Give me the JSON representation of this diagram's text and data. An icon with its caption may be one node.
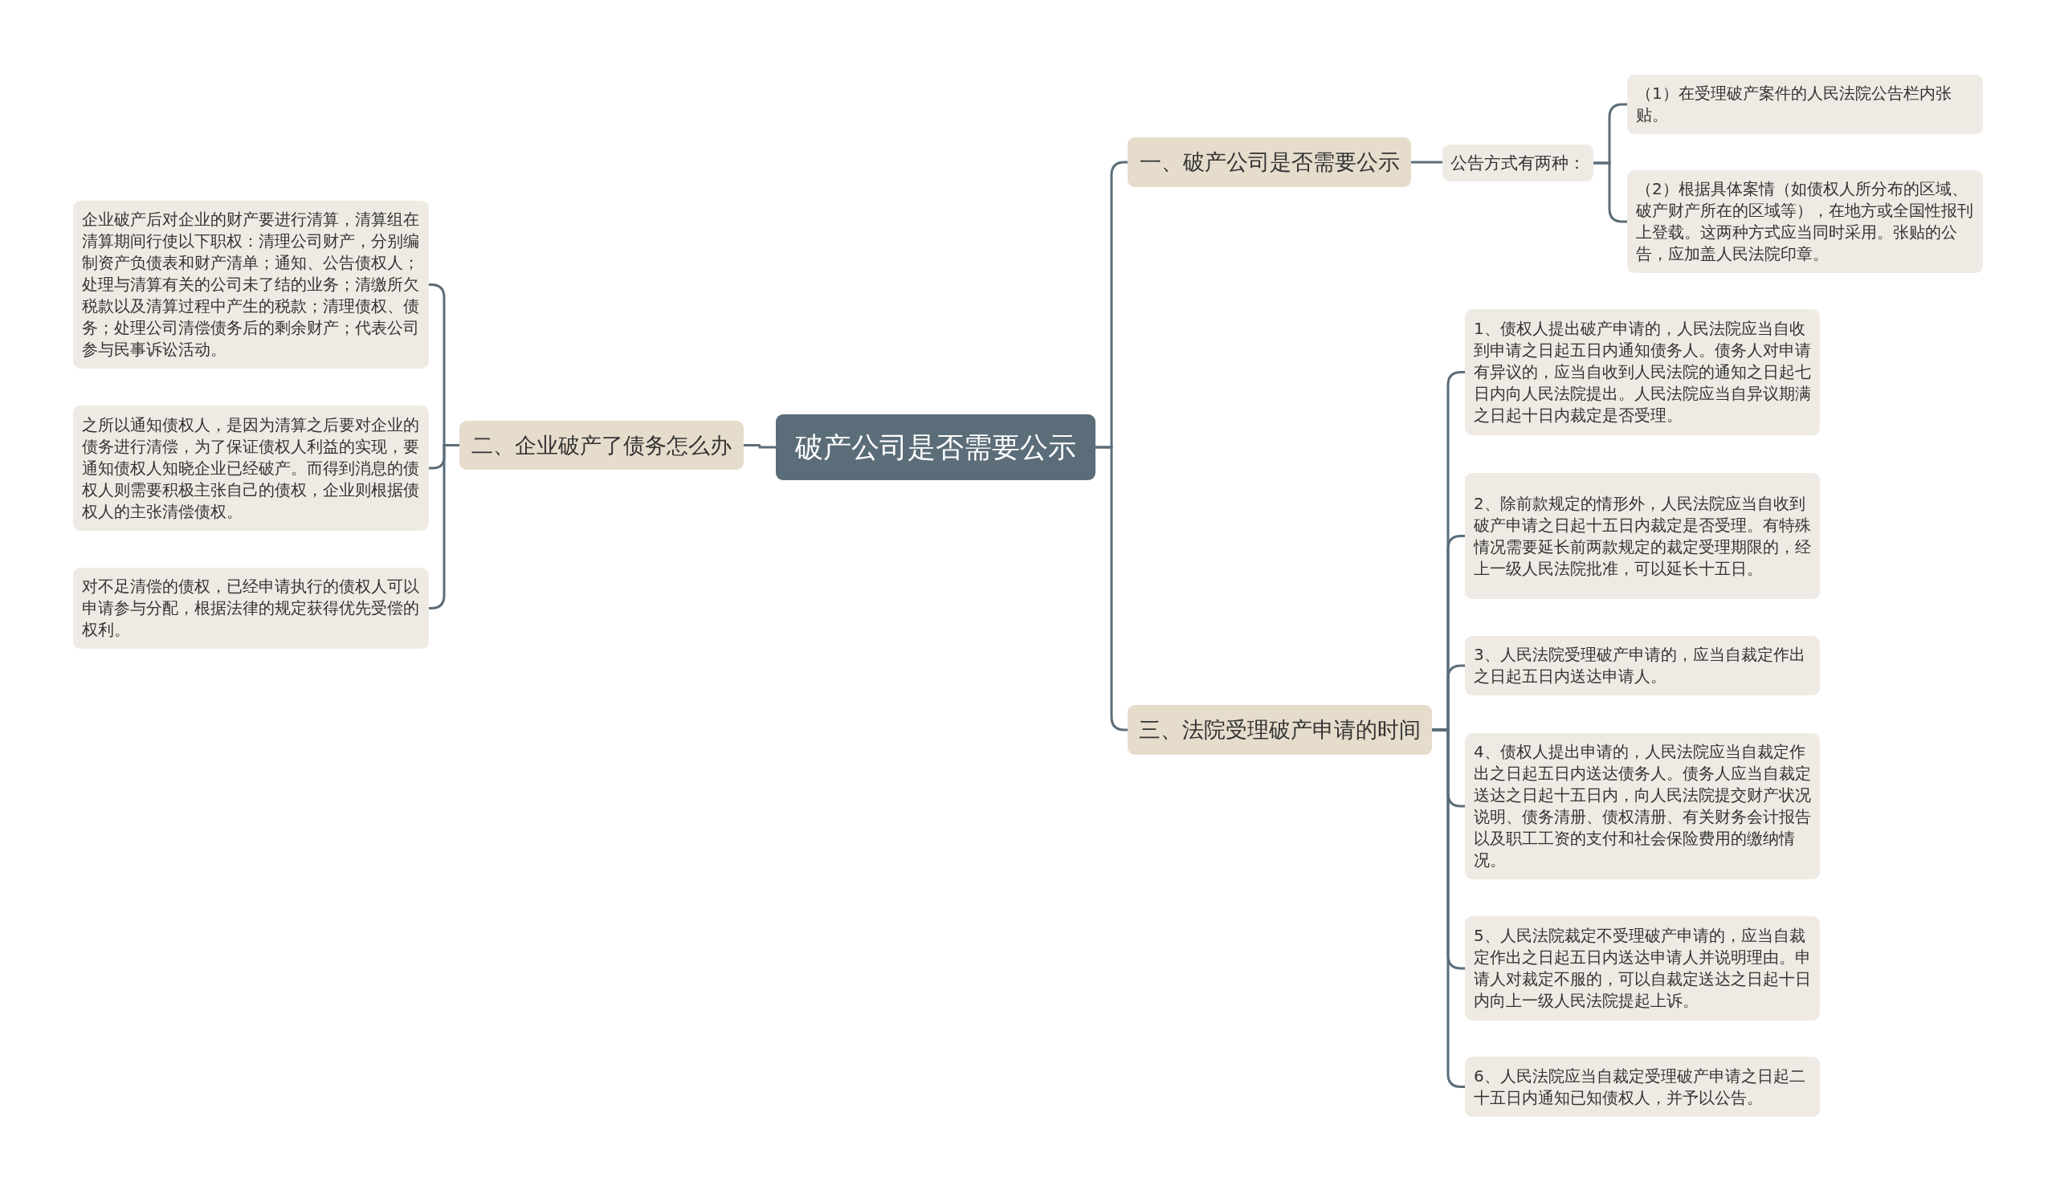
{
  "diagram": {
    "nodes": [
      {
        "text": [
          "破产公司是否需要公示"
        ]
      },
      {
        "text": [
          "一、破产公司是否需要公示"
        ]
      },
      {
        "text": [
          "公告方式有两种："
        ]
      },
      {
        "text": [
          "（1）在受理破产案件的人民法院公告栏内张贴。"
        ]
      },
      {
        "text": [
          "（2）根据具体案情（如债权人所分布的区域、破产财产所在的区域等），在地方或全国性报刊上登载。这两种方式应当同时采用。张贴的公告，应加盖人民法院印章。"
        ]
      },
      {
        "text": [
          "二、企业破产了债务怎么办"
        ]
      },
      {
        "text": [
          "企业破产后对企业的财产要进行清算，清算组在清算期间行使以下职权：清理公司财产，分别编制资产负债表和财产清单；通知、公告债权人；处理与清算有关的公司未了结的业务；清缴所欠税款以及清算过程中产生的税款；清理债权、债务；处理公司清偿债务后的剩余财产；代表公司参与民事诉讼活动。"
        ]
      },
      {
        "text": [
          "之所以通知债权人，是因为清算之后要对企业的债务进行清偿，为了保证债权人利益的实现，要通知债权人知晓企业已经破产。而得到消息的债权人则需要积极主张自己的债权，企业则根据债权人的主张清偿债权。"
        ]
      },
      {
        "text": [
          "对不足清偿的债权，已经申请执行的债权人可以申请参与分配，根据法律的规定获得优先受偿的权利。"
        ]
      },
      {
        "text": [
          "三、法院受理破产申请的时间"
        ]
      },
      {
        "text": [
          "1、债权人提出破产申请的，人民法院应当自收到申请之日起五日内通知债务人。债务人对申请有异议的，应当自收到人民法院的通知之日起七日内向人民法院提出。人民法院应当自异议期满之日起十日内裁定是否受理。"
        ]
      },
      {
        "text": [
          "2、除前款规定的情形外，人民法院应当自收到破产申请之日起十五日内裁定是否受理。有特殊情况需要延长前两款规定的裁定受理期限的，经上一级人民法院批准，可以延长十五日。"
        ]
      },
      {
        "text": [
          "3、人民法院受理破产申请的，应当自裁定作出之日起五日内送达申请人。"
        ]
      },
      {
        "text": [
          "4、债权人提出申请的，人民法院应当自裁定作出之日起五日内送达债务人。债务人应当自裁定送达之日起十五日内，向人民法院提交财产状况说明、债务清册、债权清册、有关财务会计报告以及职工工资的支付和社会保险费用的缴纳情况。"
        ]
      },
      {
        "text": [
          "5、人民法院裁定不受理破产申请的，应当自裁定作出之日起五日内送达申请人并说明理由。申请人对裁定不服的，可以自裁定送达之日起十日内向上一级人民法院提起上诉。"
        ]
      },
      {
        "text": [
          "6、人民法院应当自裁定受理破产申请之日起二十五日内通知已知债权人，并予以公告。"
        ]
      }
    ],
    "edges": [
      {
        "from": 0,
        "to": 1,
        "arrow": "none"
      },
      {
        "from": 0,
        "to": 5,
        "arrow": "none"
      },
      {
        "from": 0,
        "to": 9,
        "arrow": "none"
      },
      {
        "from": 1,
        "to": 2,
        "arrow": "none"
      },
      {
        "from": 2,
        "to": 3,
        "arrow": "none"
      },
      {
        "from": 2,
        "to": 4,
        "arrow": "none"
      },
      {
        "from": 5,
        "to": 6,
        "arrow": "none"
      },
      {
        "from": 5,
        "to": 7,
        "arrow": "none"
      },
      {
        "from": 5,
        "to": 8,
        "arrow": "none"
      },
      {
        "from": 9,
        "to": 10,
        "arrow": "none"
      },
      {
        "from": 9,
        "to": 11,
        "arrow": "none"
      },
      {
        "from": 9,
        "to": 12,
        "arrow": "none"
      },
      {
        "from": 9,
        "to": 13,
        "arrow": "none"
      },
      {
        "from": 9,
        "to": 14,
        "arrow": "none"
      },
      {
        "from": 9,
        "to": 15,
        "arrow": "none"
      }
    ]
  }
}
